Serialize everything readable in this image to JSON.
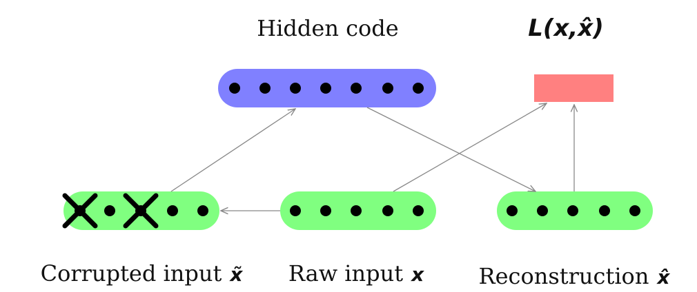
{
  "labels": {
    "hidden_code": "Hidden code",
    "loss": "L(x,x̂)",
    "corrupted_input": "Corrupted input",
    "corrupted_symbol": "x̃",
    "raw_input": "Raw input",
    "raw_symbol": "x",
    "reconstruction": "Reconstruction",
    "reconstruction_symbol": "x̂"
  },
  "layers": {
    "hidden": {
      "units": 7
    },
    "corrupted_input": {
      "units": 5,
      "corrupted_units": [
        1,
        3
      ]
    },
    "raw_input": {
      "units": 5
    },
    "reconstruction": {
      "units": 5
    }
  },
  "colors": {
    "hidden_fill": "#8080ff",
    "input_fill": "#80ff80",
    "loss_fill": "#ff8080",
    "unit_dot": "#000000",
    "arrow": "#888888",
    "cross": "#000000"
  }
}
